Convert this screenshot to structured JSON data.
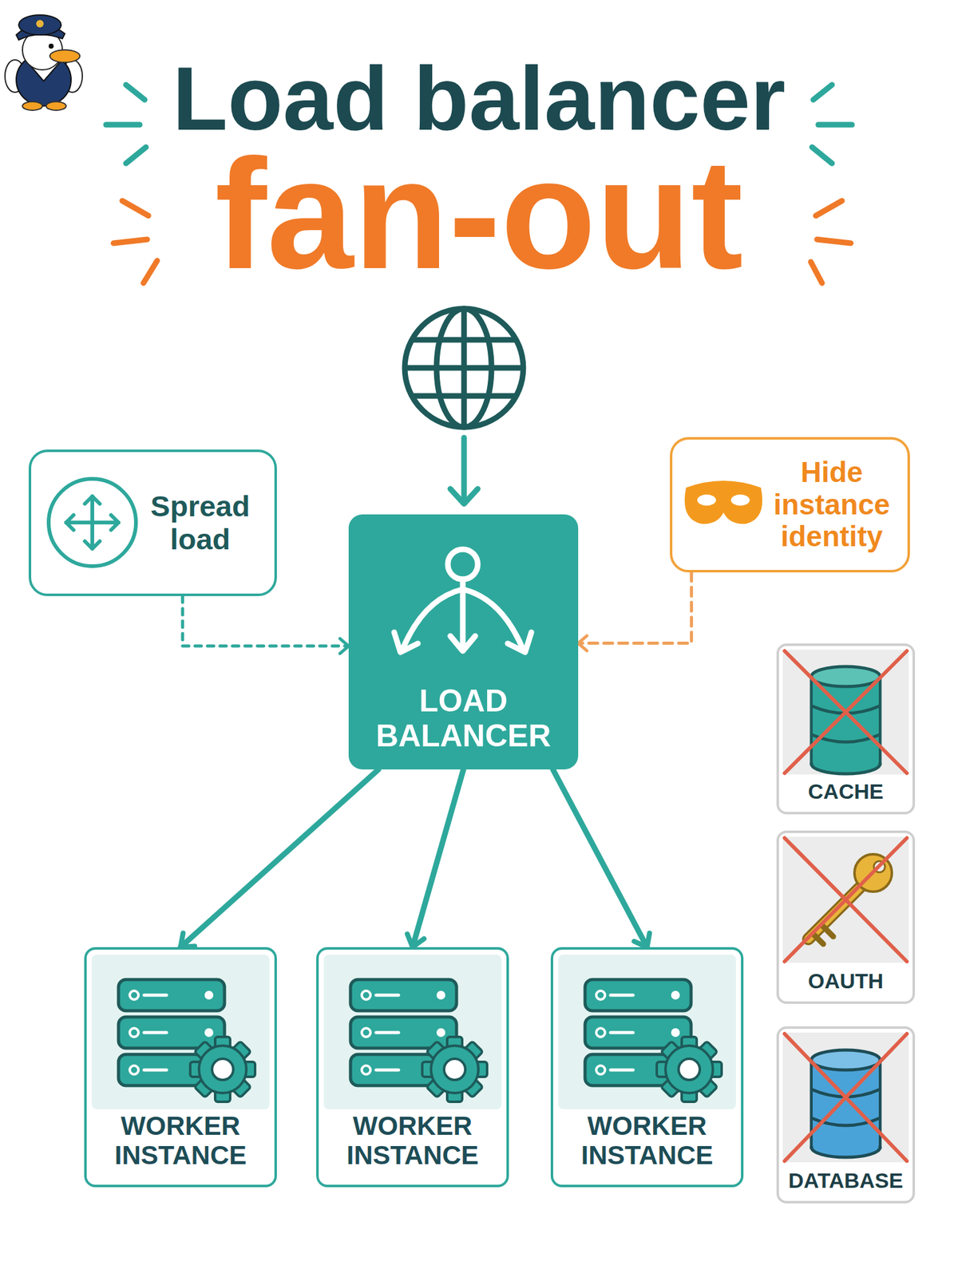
{
  "diagram": {
    "title": "Load balancer",
    "nodes": [
      {
        "text": [
          "Spread load"
        ]
      },
      {
        "text": [
          "LOAD BALANCER"
        ]
      },
      {
        "text": [
          "Hide instance identity"
        ]
      },
      {
        "text": [
          "WORKER INSTANCE"
        ]
      },
      {
        "text": [
          "WORKER INSTANCE"
        ]
      },
      {
        "text": [
          "WORKER INSTANCE"
        ]
      },
      {
        "text": [
          "CACHE"
        ]
      },
      {
        "text": [
          "OAUTH"
        ]
      },
      {
        "text": [
          "DATABASE"
        ]
      }
    ],
    "edges": [
      {
        "from": 0,
        "to": 1,
        "arrow": "to"
      },
      {
        "from": 2,
        "to": 1,
        "arrow": "to"
      },
      {
        "from": 1,
        "to": 3,
        "arrow": "to"
      },
      {
        "from": 1,
        "to": 4,
        "arrow": "to"
      },
      {
        "from": 1,
        "to": 5,
        "arrow": "to"
      }
    ],
    "labels": [
      "fan-out"
    ]
  }
}
